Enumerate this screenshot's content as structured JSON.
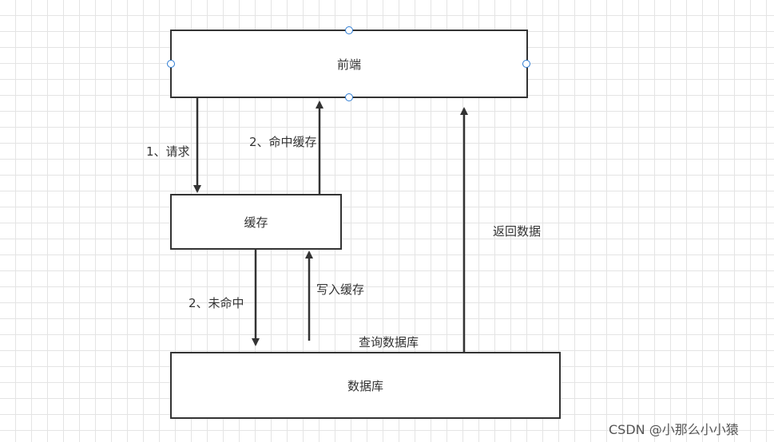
{
  "nodes": {
    "frontend": "前端",
    "cache": "缓存",
    "database": "数据库"
  },
  "edges": {
    "request": "1、请求",
    "cache_hit": "2、命中缓存",
    "cache_miss": "2、未命中",
    "write_cache": "写入缓存",
    "query_db": "查询数据库",
    "return_data": "返回数据"
  },
  "watermark": "CSDN @小那么小小猿",
  "colors": {
    "stroke": "#333333",
    "grid": "#e4e4e4",
    "selection_handle": "#2b7bd4"
  }
}
